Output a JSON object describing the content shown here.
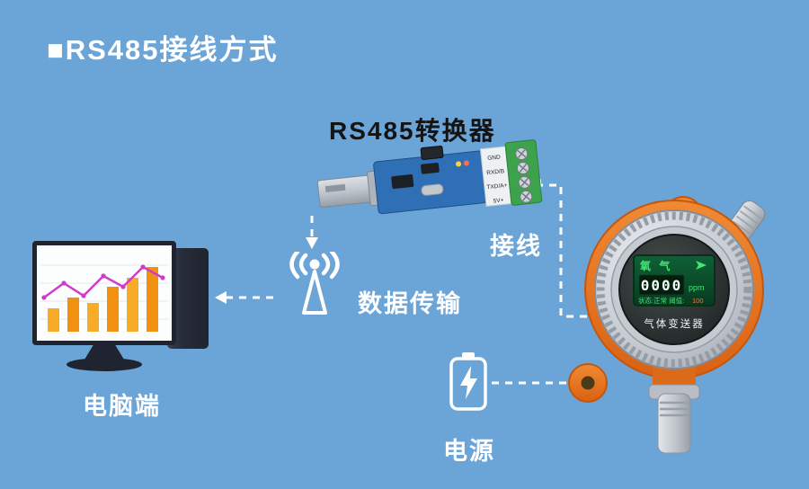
{
  "title": "■RS485接线方式",
  "labels": {
    "converter": "RS485转换器",
    "wiring": "接线",
    "data_transfer": "数据传输",
    "computer": "电脑端",
    "power": "电源"
  },
  "converter": {
    "pins": [
      "GND",
      "RXD/B",
      "TXD/A+",
      "5V+"
    ]
  },
  "detector": {
    "gas_name": "氧 气",
    "reading": "0000",
    "unit": "ppm",
    "status_prefix": "状态:正常 阈值:",
    "threshold": "100",
    "device_label": "气体变送器"
  },
  "computer": {
    "chart": {
      "bars": [
        26,
        38,
        32,
        50,
        60,
        72
      ],
      "line": [
        [
          8,
          58
        ],
        [
          30,
          42
        ],
        [
          52,
          56
        ],
        [
          74,
          34
        ],
        [
          96,
          46
        ],
        [
          118,
          24
        ],
        [
          140,
          36
        ]
      ]
    }
  },
  "colors": {
    "background": "#6BA5D8",
    "detector_orange": "#E8742A",
    "screen_green": "#0C4D2B",
    "chart_bar": "#F7AC28",
    "chart_line": "#D23BC6"
  }
}
